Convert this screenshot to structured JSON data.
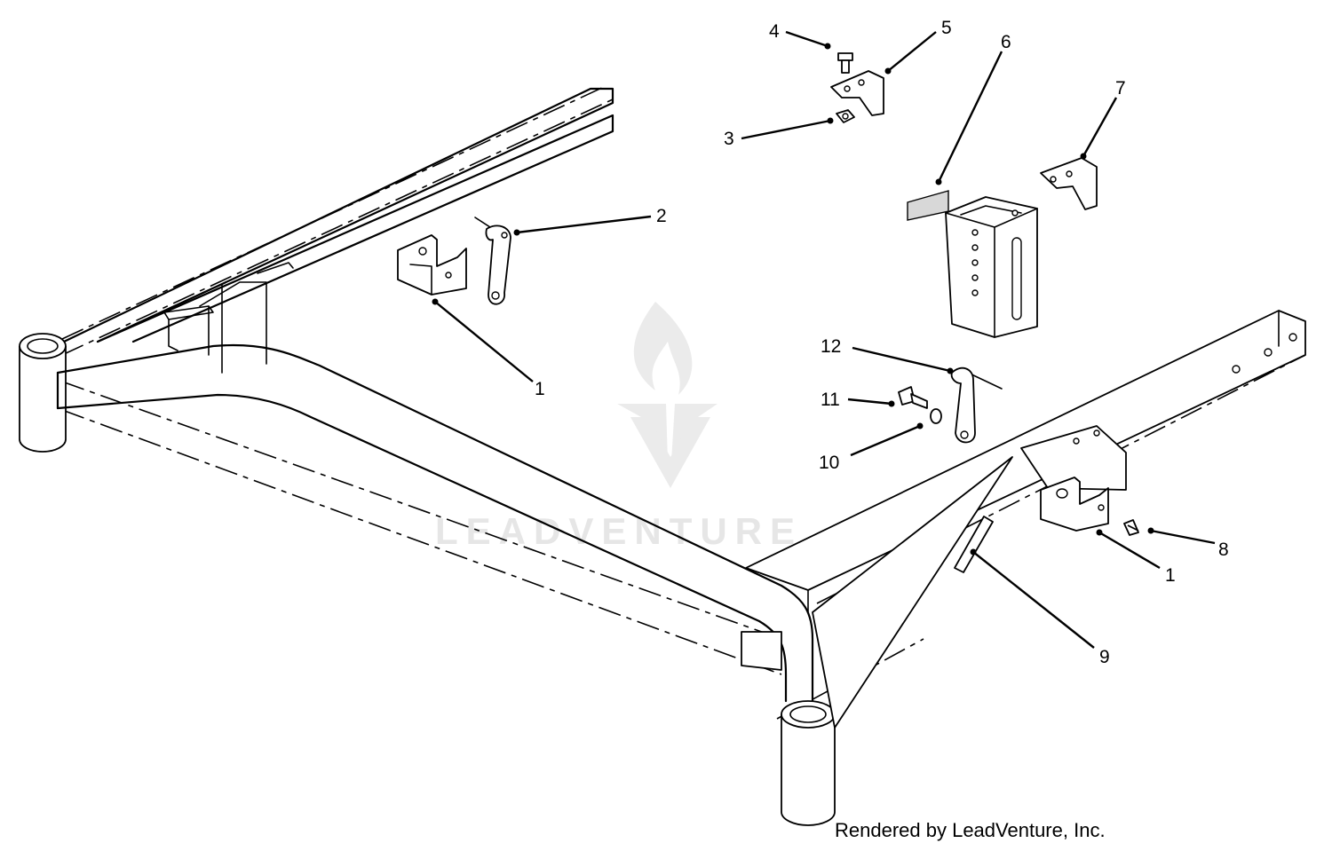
{
  "diagram": {
    "callouts": [
      {
        "id": "c1a",
        "label": "1"
      },
      {
        "id": "c1b",
        "label": "1"
      },
      {
        "id": "c2",
        "label": "2"
      },
      {
        "id": "c3",
        "label": "3"
      },
      {
        "id": "c4",
        "label": "4"
      },
      {
        "id": "c5",
        "label": "5"
      },
      {
        "id": "c6",
        "label": "6"
      },
      {
        "id": "c7",
        "label": "7"
      },
      {
        "id": "c8",
        "label": "8"
      },
      {
        "id": "c9",
        "label": "9"
      },
      {
        "id": "c10",
        "label": "10"
      },
      {
        "id": "c11",
        "label": "11"
      },
      {
        "id": "c12",
        "label": "12"
      }
    ]
  },
  "watermark": {
    "text": "LEADVENTURE"
  },
  "footer": {
    "credit": "Rendered by LeadVenture, Inc."
  }
}
